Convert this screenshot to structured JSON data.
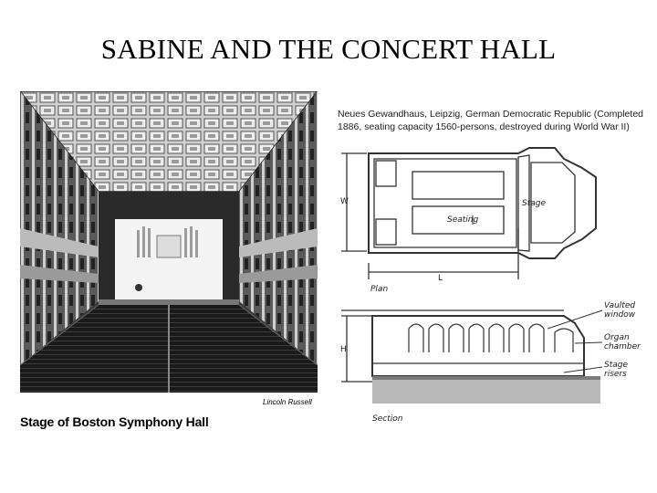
{
  "slide": {
    "title": "SABINE AND THE CONCERT HALL"
  },
  "photo": {
    "caption": "Stage of Boston Symphony Hall",
    "credit": "Lincoln Russell"
  },
  "diagram": {
    "heading_line1": "Neues Gewandhaus, Leipzig, German Democratic Republic (Completed",
    "heading_line2": "1886, seating capacity 1560-persons, destroyed during World War II)",
    "plan": {
      "label": "Plan",
      "width_label": "W",
      "length_label": "L",
      "seating_label": "Seating",
      "stage_label": "Stage"
    },
    "section": {
      "label": "Section",
      "height_label": "H",
      "vaulted_window": [
        "Vaulted",
        "window"
      ],
      "organ_chamber": [
        "Organ",
        "chamber"
      ],
      "stage_risers": [
        "Stage",
        "risers"
      ]
    }
  }
}
